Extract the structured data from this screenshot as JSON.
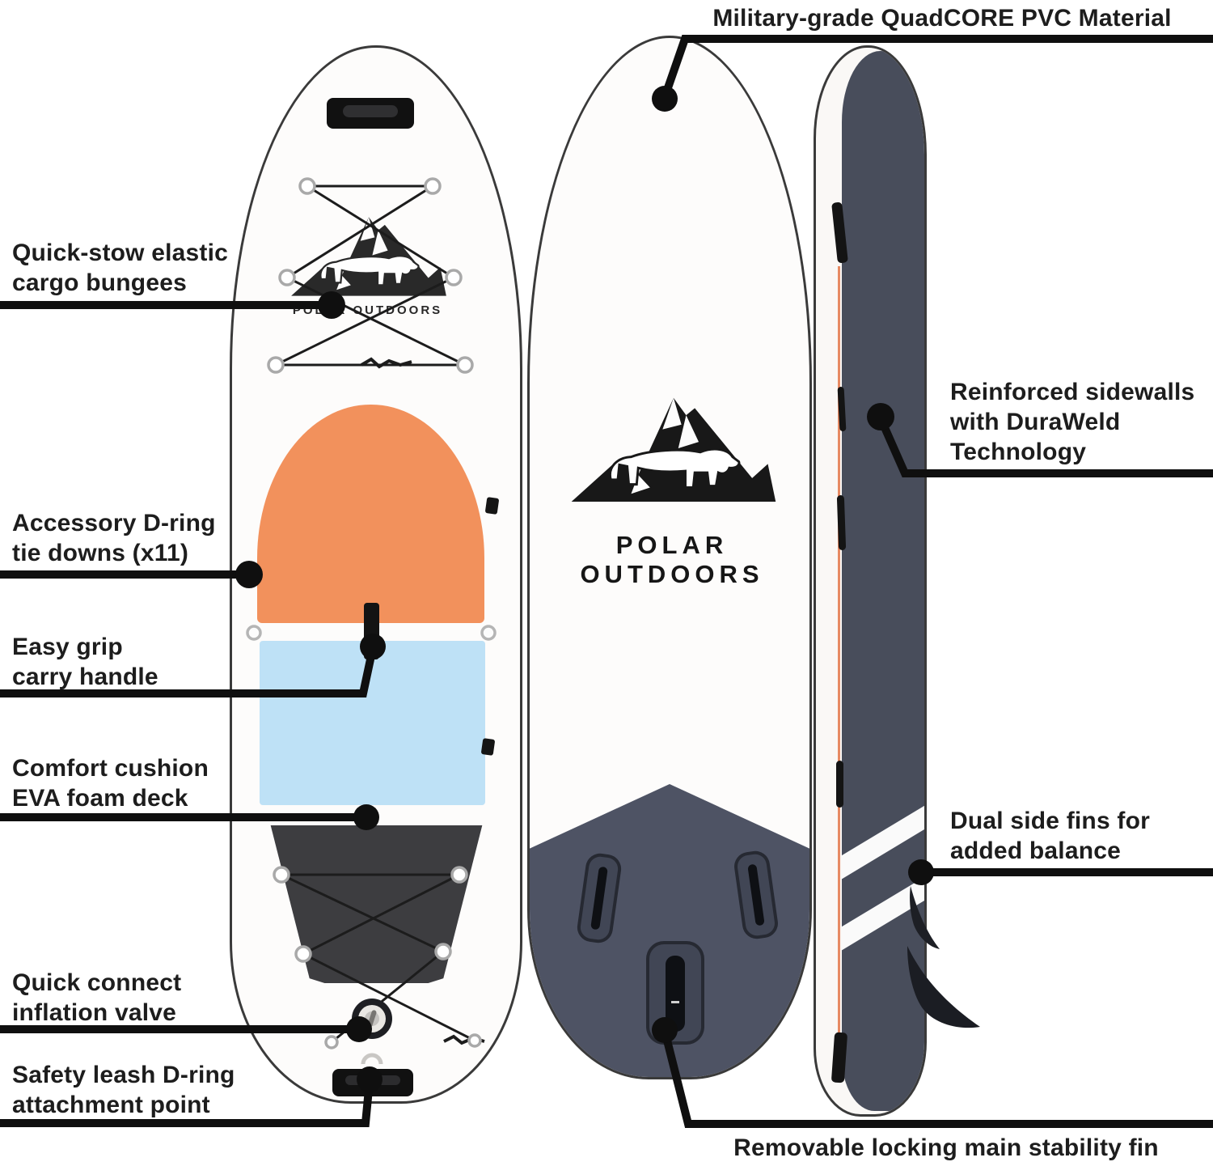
{
  "brand": {
    "name": "POLAR OUTDOORS"
  },
  "callouts": {
    "military": {
      "label": "Military-grade QuadCORE PVC Material"
    },
    "quick_stow": {
      "lines": [
        "Quick-stow elastic",
        "cargo bungees"
      ]
    },
    "accessory": {
      "lines": [
        "Accessory D-ring",
        "tie downs (x11)"
      ]
    },
    "easy_grip": {
      "lines": [
        "Easy grip",
        "carry handle"
      ]
    },
    "comfort": {
      "lines": [
        "Comfort cushion",
        "EVA foam deck"
      ]
    },
    "quick_connect": {
      "lines": [
        "Quick connect",
        "inflation valve"
      ]
    },
    "safety": {
      "lines": [
        "Safety leash D-ring",
        "attachment point"
      ]
    },
    "reinforced": {
      "lines": [
        "Reinforced sidewalls",
        "with DuraWeld",
        "Technology"
      ]
    },
    "dual_fins": {
      "lines": [
        "Dual side fins for",
        "added balance"
      ]
    },
    "removable": {
      "label": "Removable locking main stability fin"
    }
  },
  "colors": {
    "deck_orange": "#F2915C",
    "deck_blue": "#BEE1F6",
    "kick_pad": "#3D3D40",
    "tail_slate": "#4E5364",
    "side_gray": "#484D5B",
    "callout_line": "#0F0F0F"
  }
}
